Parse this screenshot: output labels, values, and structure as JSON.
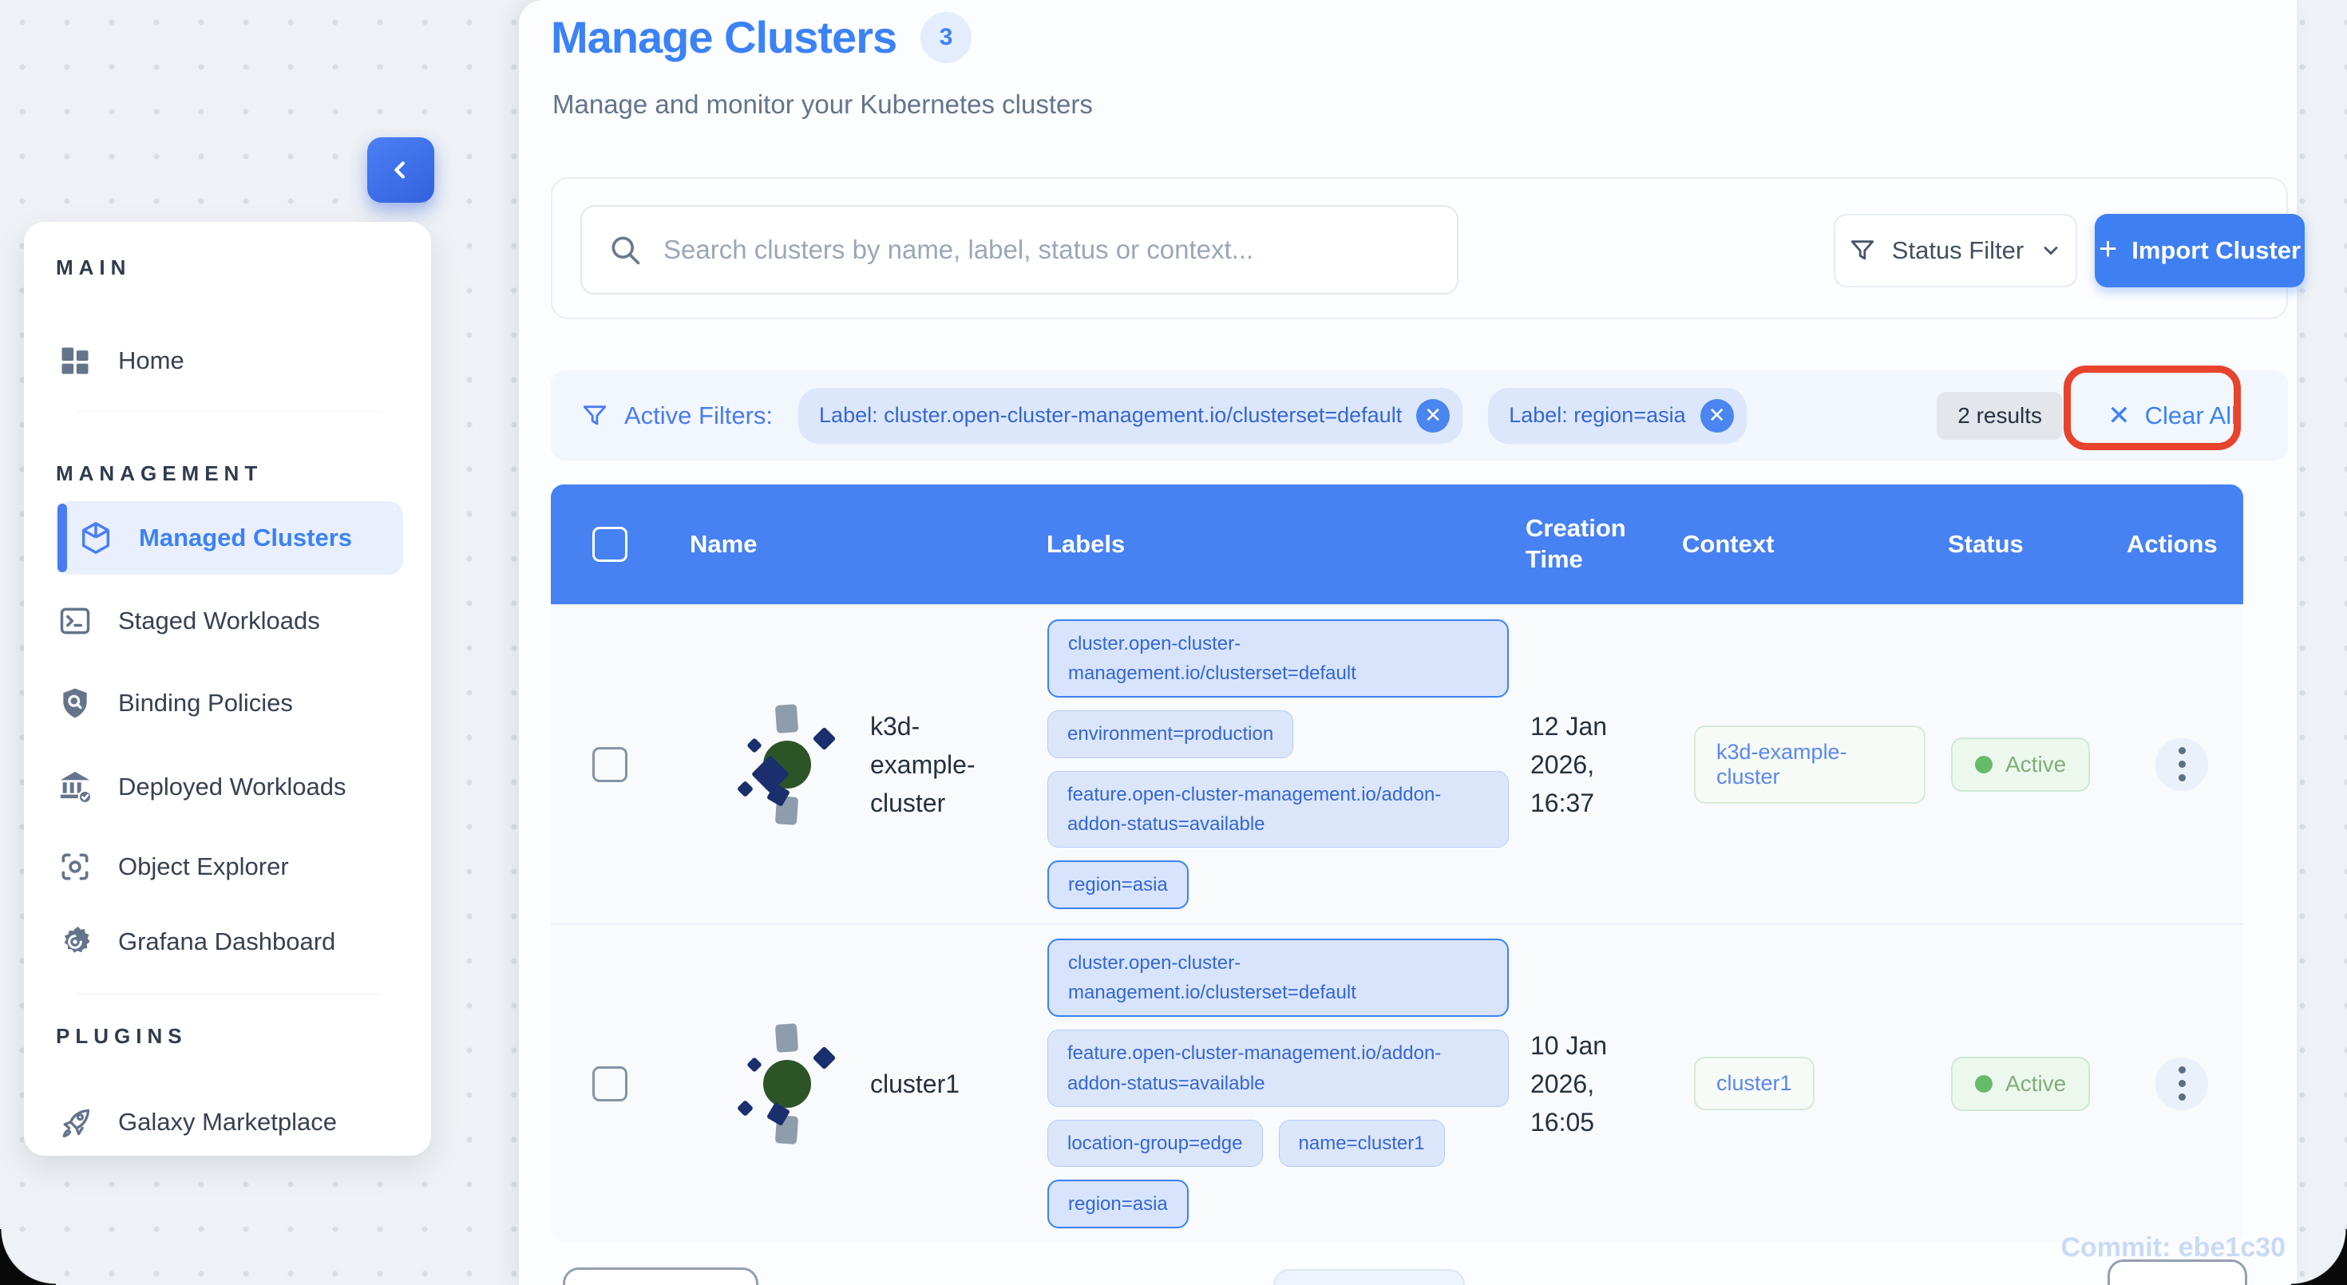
{
  "colors": {
    "accent": "#3b82f6",
    "table_header": "#4682f2",
    "status_green": "#66bb6a",
    "annotation_red": "#e8432c"
  },
  "sidebar": {
    "collapse_icon": "chevron-left-icon",
    "sections": {
      "main": "MAIN",
      "management": "MANAGEMENT",
      "plugins": "PLUGINS"
    },
    "items": [
      {
        "label": "Home",
        "icon": "dashboard-grid-icon"
      },
      {
        "label": "Managed Clusters",
        "icon": "cube-icon",
        "active": true
      },
      {
        "label": "Staged Workloads",
        "icon": "terminal-icon"
      },
      {
        "label": "Binding Policies",
        "icon": "shield-search-icon"
      },
      {
        "label": "Deployed Workloads",
        "icon": "bank-check-icon"
      },
      {
        "label": "Object Explorer",
        "icon": "scan-focus-icon"
      },
      {
        "label": "Grafana Dashboard",
        "icon": "grafana-gear-icon"
      },
      {
        "label": "Galaxy Marketplace",
        "icon": "rocket-icon"
      }
    ]
  },
  "header": {
    "title": "Manage Clusters",
    "count": "3",
    "subtitle": "Manage and monitor your Kubernetes clusters"
  },
  "toolbar": {
    "search_placeholder": "Search clusters by name, label, status or context...",
    "status_filter_label": "Status Filter",
    "import_label": "Import Cluster",
    "import_plus": "+"
  },
  "filters": {
    "label": "Active Filters:",
    "chips": [
      {
        "text": "Label: cluster.open-cluster-management.io/clusterset=default"
      },
      {
        "text": "Label: region=asia"
      }
    ],
    "results": "2 results",
    "clear_all": "Clear All",
    "clear_x": "✕"
  },
  "table": {
    "columns": [
      "Name",
      "Labels",
      "Creation Time",
      "Context",
      "Status",
      "Actions"
    ],
    "rows": [
      {
        "name": "k3d-example-cluster",
        "labels": [
          {
            "text": "cluster.open-cluster-management.io/clusterset=default"
          },
          {
            "text": "environment=production"
          },
          {
            "text": "feature.open-cluster-management.io/addon-addon-status=available"
          },
          {
            "text": "region=asia"
          }
        ],
        "creation_time": "12 Jan 2026, 16:37",
        "context": "k3d-example-cluster",
        "status": "Active"
      },
      {
        "name": "cluster1",
        "labels": [
          {
            "text": "cluster.open-cluster-management.io/clusterset=default"
          },
          {
            "text": "feature.open-cluster-management.io/addon-addon-status=available"
          },
          {
            "text": "location-group=edge"
          },
          {
            "text": "name=cluster1"
          },
          {
            "text": "region=asia"
          }
        ],
        "creation_time": "10 Jan 2026, 16:05",
        "context": "cluster1",
        "status": "Active"
      }
    ]
  },
  "footer": {
    "commit": "Commit: ebe1c30"
  }
}
